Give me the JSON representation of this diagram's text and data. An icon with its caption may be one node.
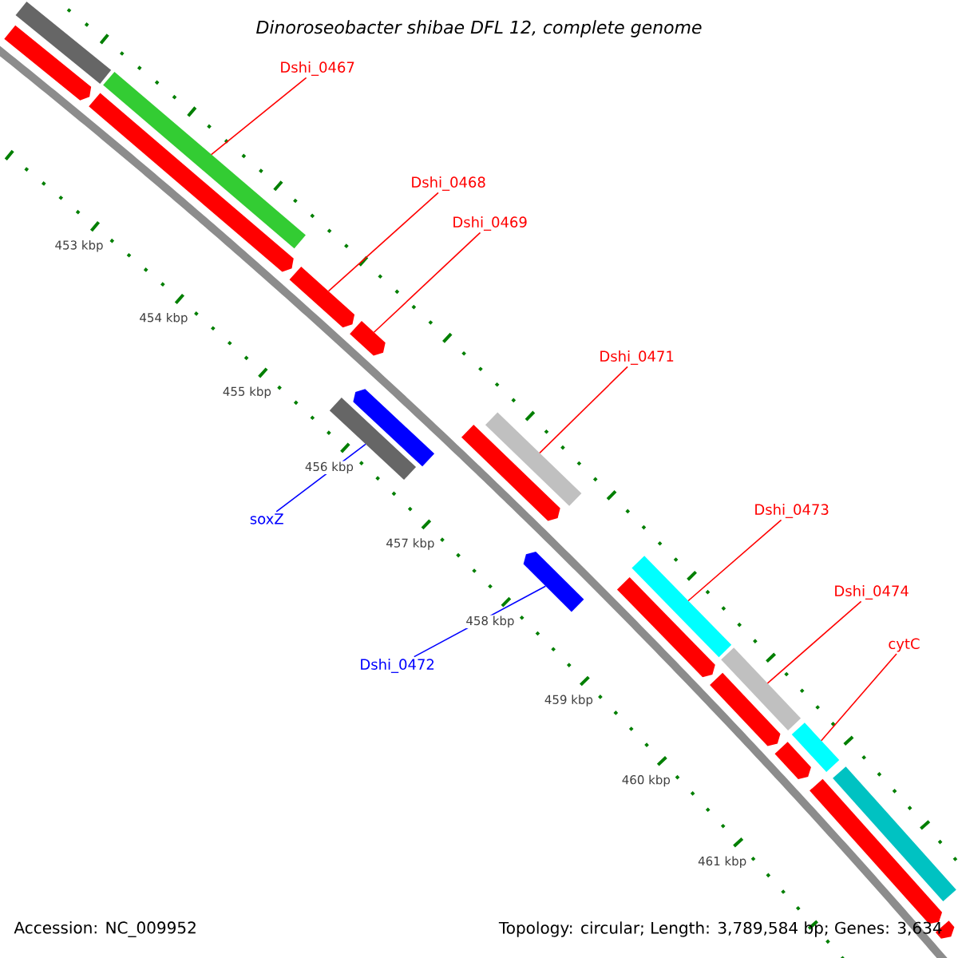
{
  "diagram": {
    "title": "Dinoroseobacter shibae DFL 12, complete genome",
    "nodes": [
      {
        "text": [
          "Dshi_0467"
        ]
      },
      {
        "text": [
          "Dshi_0468"
        ]
      },
      {
        "text": [
          "Dshi_0469"
        ]
      },
      {
        "text": [
          "Dshi_0471"
        ]
      },
      {
        "text": [
          "Dshi_0473"
        ]
      },
      {
        "text": [
          "Dshi_0474"
        ]
      },
      {
        "text": [
          "cytC"
        ]
      },
      {
        "text": [
          "soxZ"
        ]
      },
      {
        "text": [
          "Dshi_0472"
        ]
      },
      {
        "text": [],
        "shape": "bar"
      },
      {
        "text": [],
        "shape": "bar"
      },
      {
        "text": [],
        "shape": "bar"
      },
      {
        "text": [],
        "shape": "bar"
      },
      {
        "text": [],
        "shape": "bar"
      },
      {
        "text": [],
        "shape": "bar"
      },
      {
        "text": [],
        "shape": "bar"
      },
      {
        "text": [],
        "shape": "arrow"
      },
      {
        "text": [],
        "shape": "arrow"
      },
      {
        "text": [],
        "shape": "arrow"
      },
      {
        "text": [],
        "shape": "arrow"
      },
      {
        "text": [],
        "shape": "arrow"
      },
      {
        "text": [],
        "shape": "arrow"
      },
      {
        "text": [],
        "shape": "arrow"
      },
      {
        "text": [],
        "shape": "arrow"
      },
      {
        "text": [],
        "shape": "arrow"
      },
      {
        "text": [],
        "shape": "arrow"
      },
      {
        "text": [],
        "shape": "bar"
      },
      {
        "text": [],
        "shape": "arrow"
      },
      {
        "text": [],
        "shape": "arrow"
      }
    ],
    "edges": [
      {
        "from": 0,
        "to": 10,
        "arrow": "none"
      },
      {
        "from": 1,
        "to": 18,
        "arrow": "none"
      },
      {
        "from": 2,
        "to": 19,
        "arrow": "none"
      },
      {
        "from": 3,
        "to": 11,
        "arrow": "none"
      },
      {
        "from": 4,
        "to": 12,
        "arrow": "none"
      },
      {
        "from": 5,
        "to": 13,
        "arrow": "none"
      },
      {
        "from": 6,
        "to": 14,
        "arrow": "none"
      },
      {
        "from": 7,
        "to": 26,
        "arrow": "none",
        "color": "#0000ff"
      },
      {
        "from": 8,
        "to": 28,
        "arrow": "none",
        "color": "#0000ff"
      }
    ],
    "labels": [
      "453 kbp",
      "454 kbp",
      "455 kbp",
      "456 kbp",
      "457 kbp",
      "458 kbp",
      "459 kbp",
      "460 kbp",
      "461 kbp",
      "Accession: NC_009952",
      "Topology: circular; Length: 3,789,584 bp; Genes: 3,634"
    ]
  }
}
